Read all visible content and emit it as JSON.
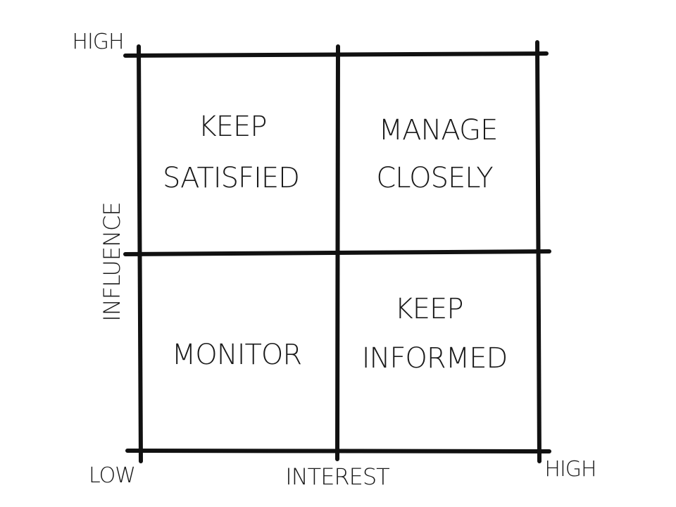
{
  "diagram": {
    "quadrants": {
      "top_left": {
        "line1": "KEEP",
        "line2": "SATISFIED"
      },
      "top_right": {
        "line1": "MANAGE",
        "line2": "CLOSELY"
      },
      "bottom_left": {
        "line1": "MONITOR"
      },
      "bottom_right": {
        "line1": "KEEP",
        "line2": "INFORMED"
      }
    },
    "y_axis": {
      "label": "INFLUENCE",
      "high_label": "HIGH"
    },
    "x_axis": {
      "label": "INTEREST",
      "low_label": "LOW",
      "high_label": "HIGH"
    },
    "colors": {
      "ink": "#111111",
      "background": "#ffffff"
    }
  }
}
